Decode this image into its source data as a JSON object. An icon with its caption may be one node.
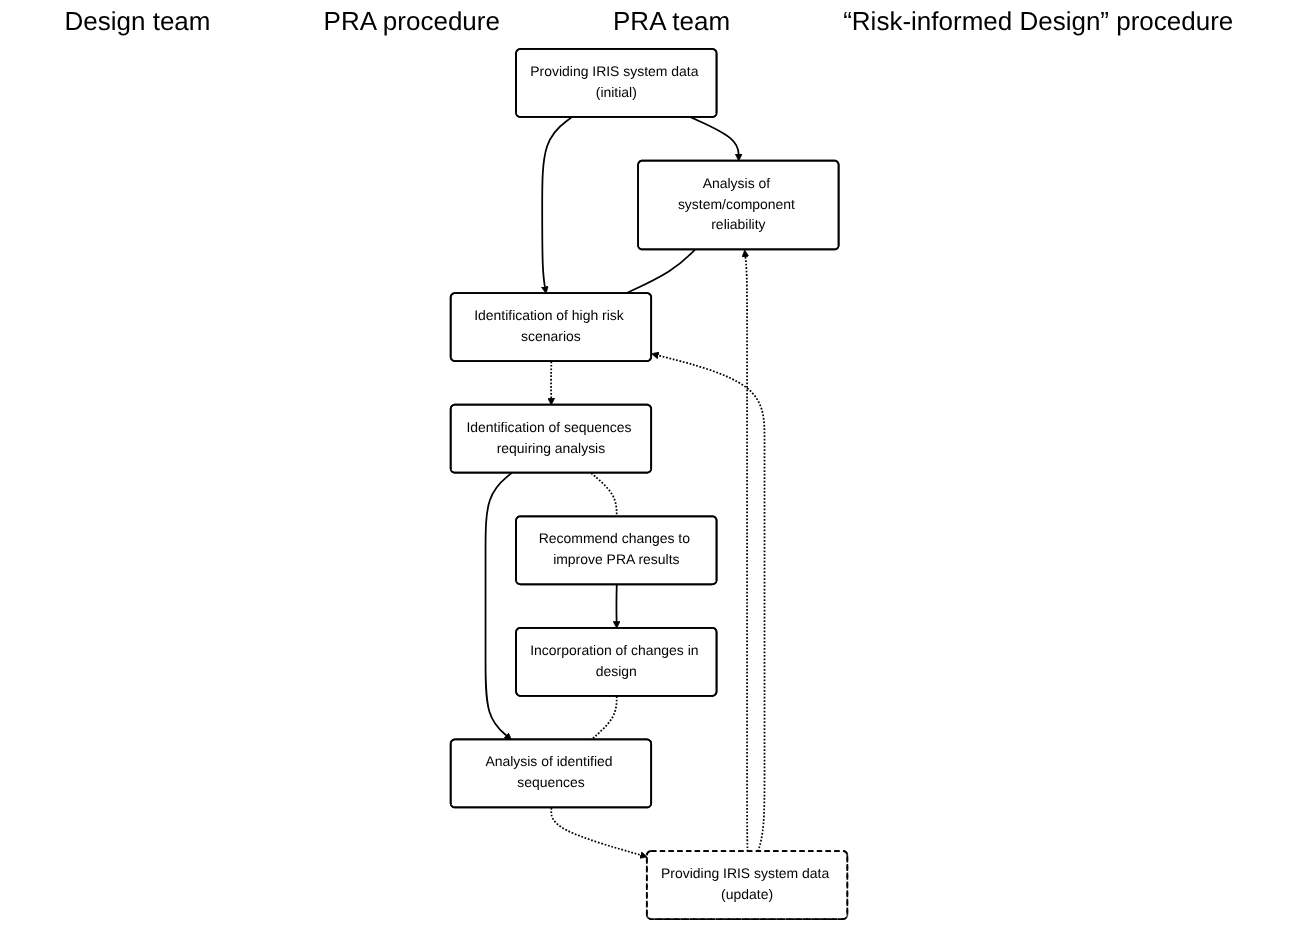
{
  "diagram": {
    "nodes": [
      {
        "text": [
          "Providing IRIS system data (initial)"
        ]
      },
      {
        "text": [
          "Analysis of system/component reliability"
        ]
      },
      {
        "text": [
          "Providing IRIS system data (update)"
        ]
      },
      {
        "text": [
          "Identification of high risk scenarios"
        ]
      },
      {
        "text": [
          "Analysis of identified sequences"
        ]
      },
      {
        "text": [
          "Identification of sequences requiring analysis"
        ]
      },
      {
        "text": [
          "Incorporation of changes in design"
        ]
      },
      {
        "text": [
          "Recommend changes to improve PRA results"
        ]
      }
    ],
    "edges": [
      {
        "from": 0,
        "to": 1,
        "arrow": "to"
      },
      {
        "from": 0,
        "to": 3,
        "arrow": "to"
      },
      {
        "from": 2,
        "to": 1,
        "arrow": "to",
        "style": "dashed"
      },
      {
        "from": 2,
        "to": 3,
        "arrow": "to",
        "style": "dashed"
      },
      {
        "from": 1,
        "to": 3,
        "arrow": "none"
      },
      {
        "from": 3,
        "to": 5,
        "arrow": "to",
        "style": "dashed"
      },
      {
        "from": 5,
        "to": 4,
        "arrow": "to"
      },
      {
        "from": 5,
        "to": 7,
        "arrow": "none",
        "style": "dashed"
      },
      {
        "from": 7,
        "to": 6,
        "arrow": "to"
      },
      {
        "from": 6,
        "to": 4,
        "arrow": "none",
        "style": "dashed"
      },
      {
        "from": 4,
        "to": 2,
        "arrow": "to",
        "style": "dashed"
      }
    ],
    "labels": [
      "Design team",
      "PRA procedure",
      "PRA team",
      "“Risk-informed Design” procedure"
    ]
  }
}
